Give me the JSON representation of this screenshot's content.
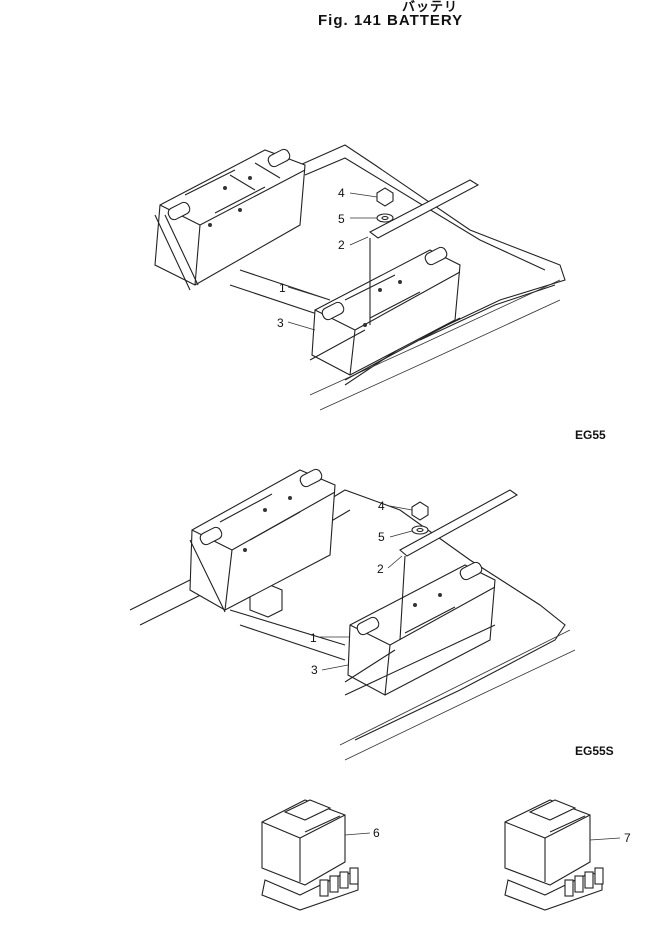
{
  "header": {
    "japanese_title": "バッテリ",
    "figure_title": "Fig. 141   BATTERY"
  },
  "views": [
    {
      "model": "EG55",
      "callouts": [
        "1",
        "2",
        "3",
        "4",
        "5"
      ]
    },
    {
      "model": "EG55S",
      "callouts": [
        "1",
        "2",
        "3",
        "4",
        "5"
      ]
    }
  ],
  "parts": {
    "relay_a": "6",
    "relay_b": "7"
  }
}
